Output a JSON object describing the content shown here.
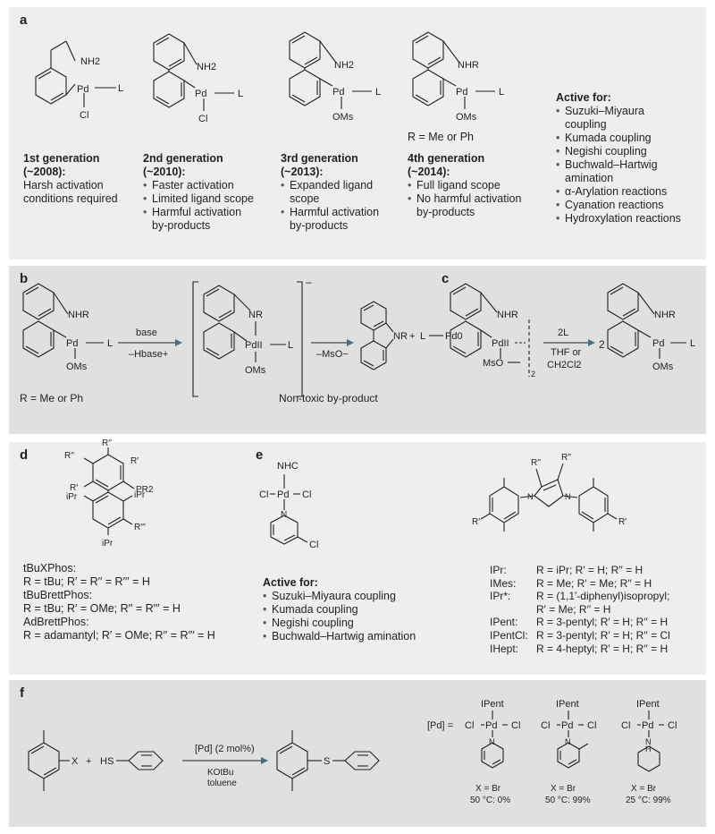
{
  "panels": {
    "a": "a",
    "b": "b",
    "c": "c",
    "d": "d",
    "e": "e",
    "f": "f"
  },
  "atoms": {
    "pd": "Pd",
    "nh2": "NH2",
    "nhr": "NHR",
    "nr": "NR",
    "l": "L",
    "cl": "Cl",
    "oms": "OMs",
    "nhc": "NHC",
    "n": "N",
    "s": "S",
    "x": "X",
    "hs": "HS",
    "ipent": "IPent",
    "pr2": "PR2",
    "h": "H",
    "plus": "+",
    "pd0": "Pd0",
    "pdII": "PdII",
    "mso": "MsO",
    "two": "2"
  },
  "panel_a": {
    "r_def": "R = Me or Ph",
    "generations": [
      {
        "title": "1st generation",
        "year": "(~2008):",
        "lines": [
          "Harsh activation",
          "conditions required"
        ]
      },
      {
        "title": "2nd generation",
        "year": "(~2010):",
        "bullets": [
          [
            "Faster activation"
          ],
          [
            "Limited ligand scope"
          ],
          [
            "Harmful activation",
            "by-products"
          ]
        ]
      },
      {
        "title": "3rd generation",
        "year": "(~2013):",
        "bullets": [
          [
            "Expanded ligand",
            "scope"
          ],
          [
            "Harmful activation",
            "by-products"
          ]
        ]
      },
      {
        "title": "4th generation",
        "year": "(~2014):",
        "bullets": [
          [
            "Full ligand scope"
          ],
          [
            "No harmful activation",
            "by-products"
          ]
        ]
      }
    ],
    "active_title": "Active for:",
    "active": [
      [
        "Suzuki–Miyaura",
        "coupling"
      ],
      [
        "Kumada coupling"
      ],
      [
        "Negishi coupling"
      ],
      [
        "Buchwald–Hartwig",
        "amination"
      ],
      [
        "α-Arylation reactions"
      ],
      [
        "Cyanation reactions"
      ],
      [
        "Hydroxylation reactions"
      ]
    ]
  },
  "panel_b": {
    "base": "base",
    "hbase": "–Hbase+",
    "mso_minus": "–MsO−",
    "charge": "–",
    "r_def": "R = Me or Ph",
    "byproduct": "Non-toxic by-product"
  },
  "panel_c": {
    "two_l": "2L",
    "solvent1": "THF or",
    "solvent2": "CH2Cl2",
    "coef": "2"
  },
  "panel_d": {
    "labels": [
      "tBuXPhos:",
      "R = tBu; R′ = R′′ = R′′′ = H",
      "tBuBrettPhos:",
      "R = tBu; R′ = OMe; R′′ = R′′′ = H",
      "AdBrettPhos:",
      "R = adamantyl; R′ = OMe; R′′ = R′′′ = H"
    ],
    "sub": {
      "r1": "R′",
      "r2": "R′′",
      "r3": "R′′′",
      "ipr": "iPr"
    }
  },
  "panel_e": {
    "active_title": "Active for:",
    "active": [
      "Suzuki–Miyaura coupling",
      "Kumada coupling",
      "Negishi coupling",
      "Buchwald–Hartwig amination"
    ],
    "ligands": [
      {
        "name": "IPr:",
        "def": "R = iPr; R′ = H; R′′ = H"
      },
      {
        "name": "IMes:",
        "def": "R = Me; R′ = Me; R′′ = H"
      },
      {
        "name": "IPr*:",
        "def": "R = (1,1′-diphenyl)isopropyl;"
      },
      {
        "name": "",
        "def": "R′ = Me; R′′ = H"
      },
      {
        "name": "IPent:",
        "def": "R = 3-pentyl; R′ = H; R′′ = H"
      },
      {
        "name": "IPentCl:",
        "def": "R = 3-pentyl; R′ = H; R′′ = Cl"
      },
      {
        "name": "IHept:",
        "def": "R = 4-heptyl; R′ = H; R′′ = H"
      }
    ]
  },
  "panel_f": {
    "catalyst": "[Pd] (2 mol%)",
    "base": "KOtBu",
    "solvent": "toluene",
    "pd_eq": "[Pd] =",
    "results": [
      {
        "x": "X = Br",
        "cond": "50 °C: 0%"
      },
      {
        "x": "X = Br",
        "cond": "50 °C: 99%"
      },
      {
        "x": "X = Br",
        "cond": "25 °C: 99%"
      }
    ]
  }
}
